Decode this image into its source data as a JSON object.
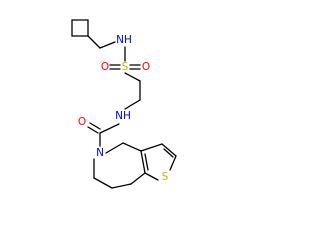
{
  "molecule": {
    "atoms": {
      "nh_sulfonamide": "NH",
      "s_sulfonyl": "S",
      "o_sulfonyl_left": "O",
      "o_sulfonyl_right": "O",
      "nh_amide": "NH",
      "o_carbonyl": "O",
      "n_ring": "N",
      "s_thiophene": "S"
    },
    "colors": {
      "bond": "#000000",
      "N": "#0000ff",
      "S": "#b8b800",
      "O": "#ff0000"
    }
  }
}
